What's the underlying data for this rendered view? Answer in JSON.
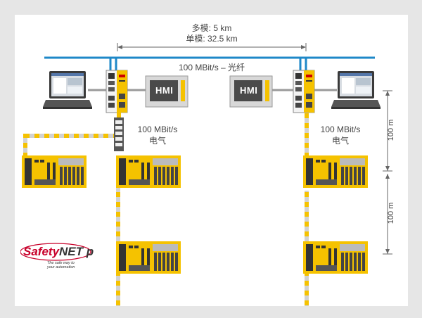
{
  "distance": {
    "multimode": "多模: 5 km",
    "singlemode": "单模: 32.5 km"
  },
  "fiber_link": "100 MBit/s – 光纤",
  "electrical_left": {
    "speed": "100 MBit/s",
    "medium": "电气"
  },
  "electrical_right": {
    "speed": "100 MBit/s",
    "medium": "电气"
  },
  "hmi_left": "HMI",
  "hmi_right": "HMI",
  "dim_upper": "100 m",
  "dim_lower": "100 m",
  "logo": {
    "brand_a": "Safety",
    "brand_b": "NET",
    "brand_c": " p",
    "tagline_1": "The safe way to",
    "tagline_2": "your automation"
  },
  "colors": {
    "fiber": "#1e88c8",
    "cable_gray": "#9a9a9a",
    "yellow": "#f5c200",
    "brand_red": "#c8002a"
  }
}
